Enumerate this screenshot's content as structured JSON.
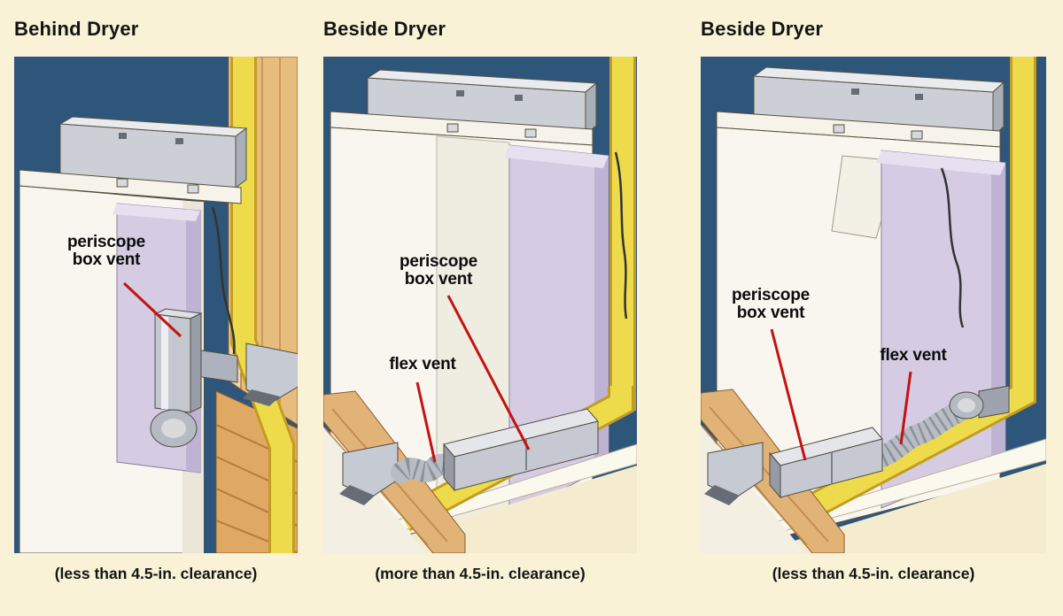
{
  "panels": [
    {
      "title": "Behind Dryer",
      "caption": "(less than 4.5-in. clearance)",
      "labels": {
        "periscope": {
          "line1": "periscope",
          "line2": "box vent"
        }
      }
    },
    {
      "title": "Beside Dryer",
      "caption": "(more than 4.5-in. clearance)",
      "labels": {
        "periscope": {
          "line1": "periscope",
          "line2": "box vent"
        },
        "flex": {
          "line1": "flex vent"
        }
      }
    },
    {
      "title": "Beside Dryer",
      "caption": "(less than 4.5-in. clearance)",
      "labels": {
        "periscope": {
          "line1": "periscope",
          "line2": "box vent"
        },
        "flex": {
          "line1": "flex vent"
        }
      }
    }
  ],
  "colors": {
    "background": "#f9f2d7",
    "wall_blue": "#2e567b",
    "insulation_yellow": "#eedb4b",
    "wood_tan": "#e7bd7e",
    "dryer_white": "#f9f6ef",
    "back_panel_lavender": "#d5cce3",
    "duct_gray": "#c6c9d1",
    "leader_line_red": "#c41212",
    "text": "#141414"
  }
}
